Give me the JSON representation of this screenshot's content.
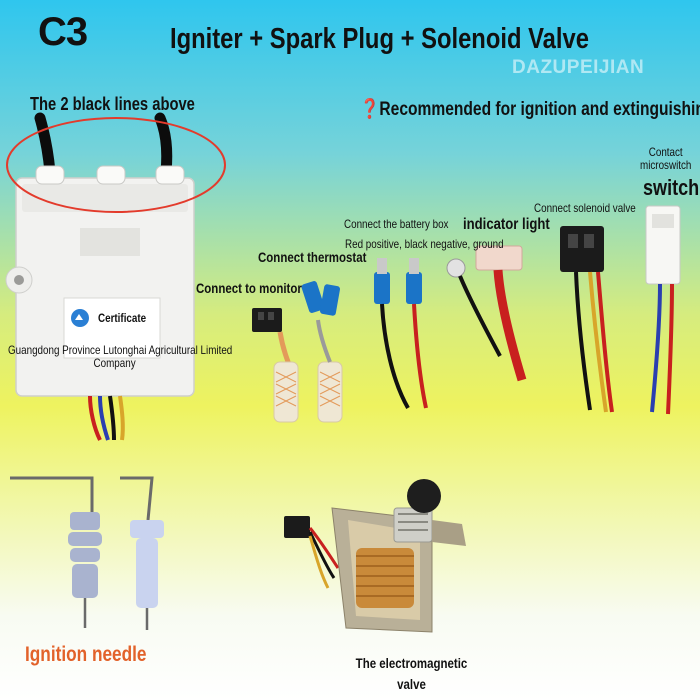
{
  "header": {
    "model": "C3",
    "title": "Igniter + Spark Plug + Solenoid Valve",
    "watermark": "DAZUPEIJIAN"
  },
  "igniter": {
    "black_lines_label": "The 2 black lines above",
    "certificate_label": "Certificate",
    "company_line1": "Guangdong Province Lutonghai Agricultural Limited",
    "company_line2": "Company"
  },
  "wires": {
    "recommended": "❓Recommended for ignition and extinguishing❓",
    "contact_line1": "Contact",
    "contact_line2": "microswitch",
    "switch": "switch",
    "solenoid": "Connect solenoid valve",
    "battery_box": "Connect the battery box",
    "polarity": "Red positive, black negative, ground",
    "indicator": "indicator light",
    "thermostat": "Connect thermostat",
    "monitor": "Connect to monitor"
  },
  "parts": {
    "ignition_needle": "Ignition needle",
    "valve_line1": "The electromagnetic",
    "valve_line2": "valve"
  },
  "colors": {
    "accent_orange": "#e2622a",
    "highlight_circle": "#e33b2c",
    "sky_blue": "#2fc6ee",
    "yellow": "#eef35f"
  }
}
